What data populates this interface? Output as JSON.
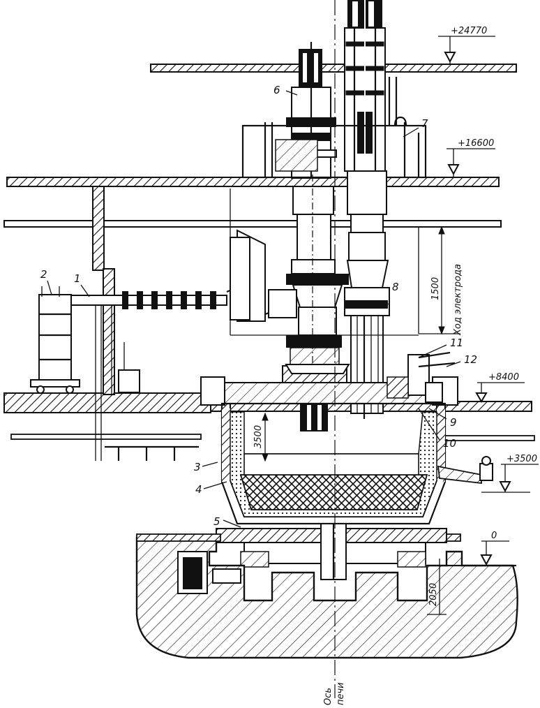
{
  "figure": {
    "callouts": [
      "1",
      "2",
      "3",
      "4",
      "5",
      "6",
      "7",
      "8",
      "9",
      "10",
      "11",
      "12"
    ],
    "elevations": [
      "+24770",
      "+16600",
      "+8400",
      "+3500",
      "0"
    ],
    "dimensions": [
      "1500",
      "3500",
      "2050"
    ],
    "electrode_travel_label": "Ход электрода",
    "axis_label_line1": "Ось",
    "axis_label_line2": "печи"
  }
}
